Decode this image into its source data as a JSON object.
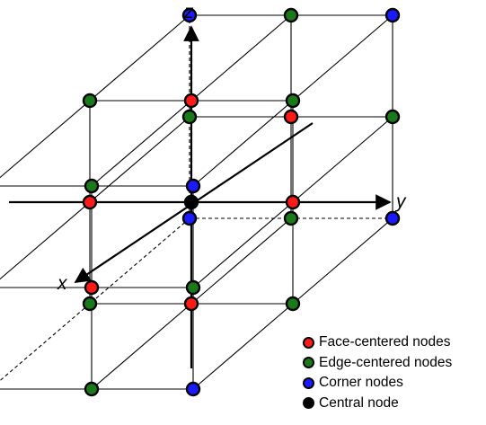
{
  "axes": {
    "x_label": "x",
    "y_label": "y",
    "z_label": "z"
  },
  "node_colors": {
    "face": "#ff1a1a",
    "edge": "#1a7a1a",
    "corner": "#1a1aff",
    "central": "#000000"
  },
  "legend": [
    {
      "type": "face",
      "label": "Face-centered nodes"
    },
    {
      "type": "edge",
      "label": "Edge-centered nodes"
    },
    {
      "type": "corner",
      "label": "Corner nodes"
    },
    {
      "type": "central",
      "label": "Central node"
    }
  ],
  "counts": {
    "face": 6,
    "edge": 12,
    "corner": 8,
    "central": 1
  }
}
